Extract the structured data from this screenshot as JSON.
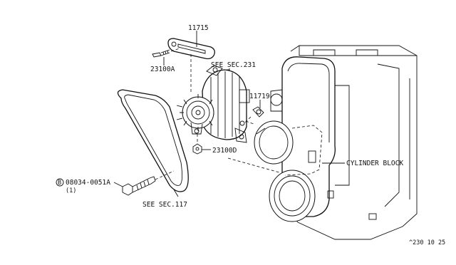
{
  "labels": {
    "part_11715": "11715",
    "part_23100a": "23100A",
    "see_sec_231": "SEE SEC.231",
    "part_11719": "11719",
    "part_23100d": "23100D",
    "cylinder_block": "CYLINDER BLOCK",
    "bolt_number": "08034-0051A",
    "bolt_qty": "(1)",
    "bolt_marker": "B",
    "see_sec_117": "SEE SEC.117",
    "diagram_code": "^230 10 25"
  }
}
